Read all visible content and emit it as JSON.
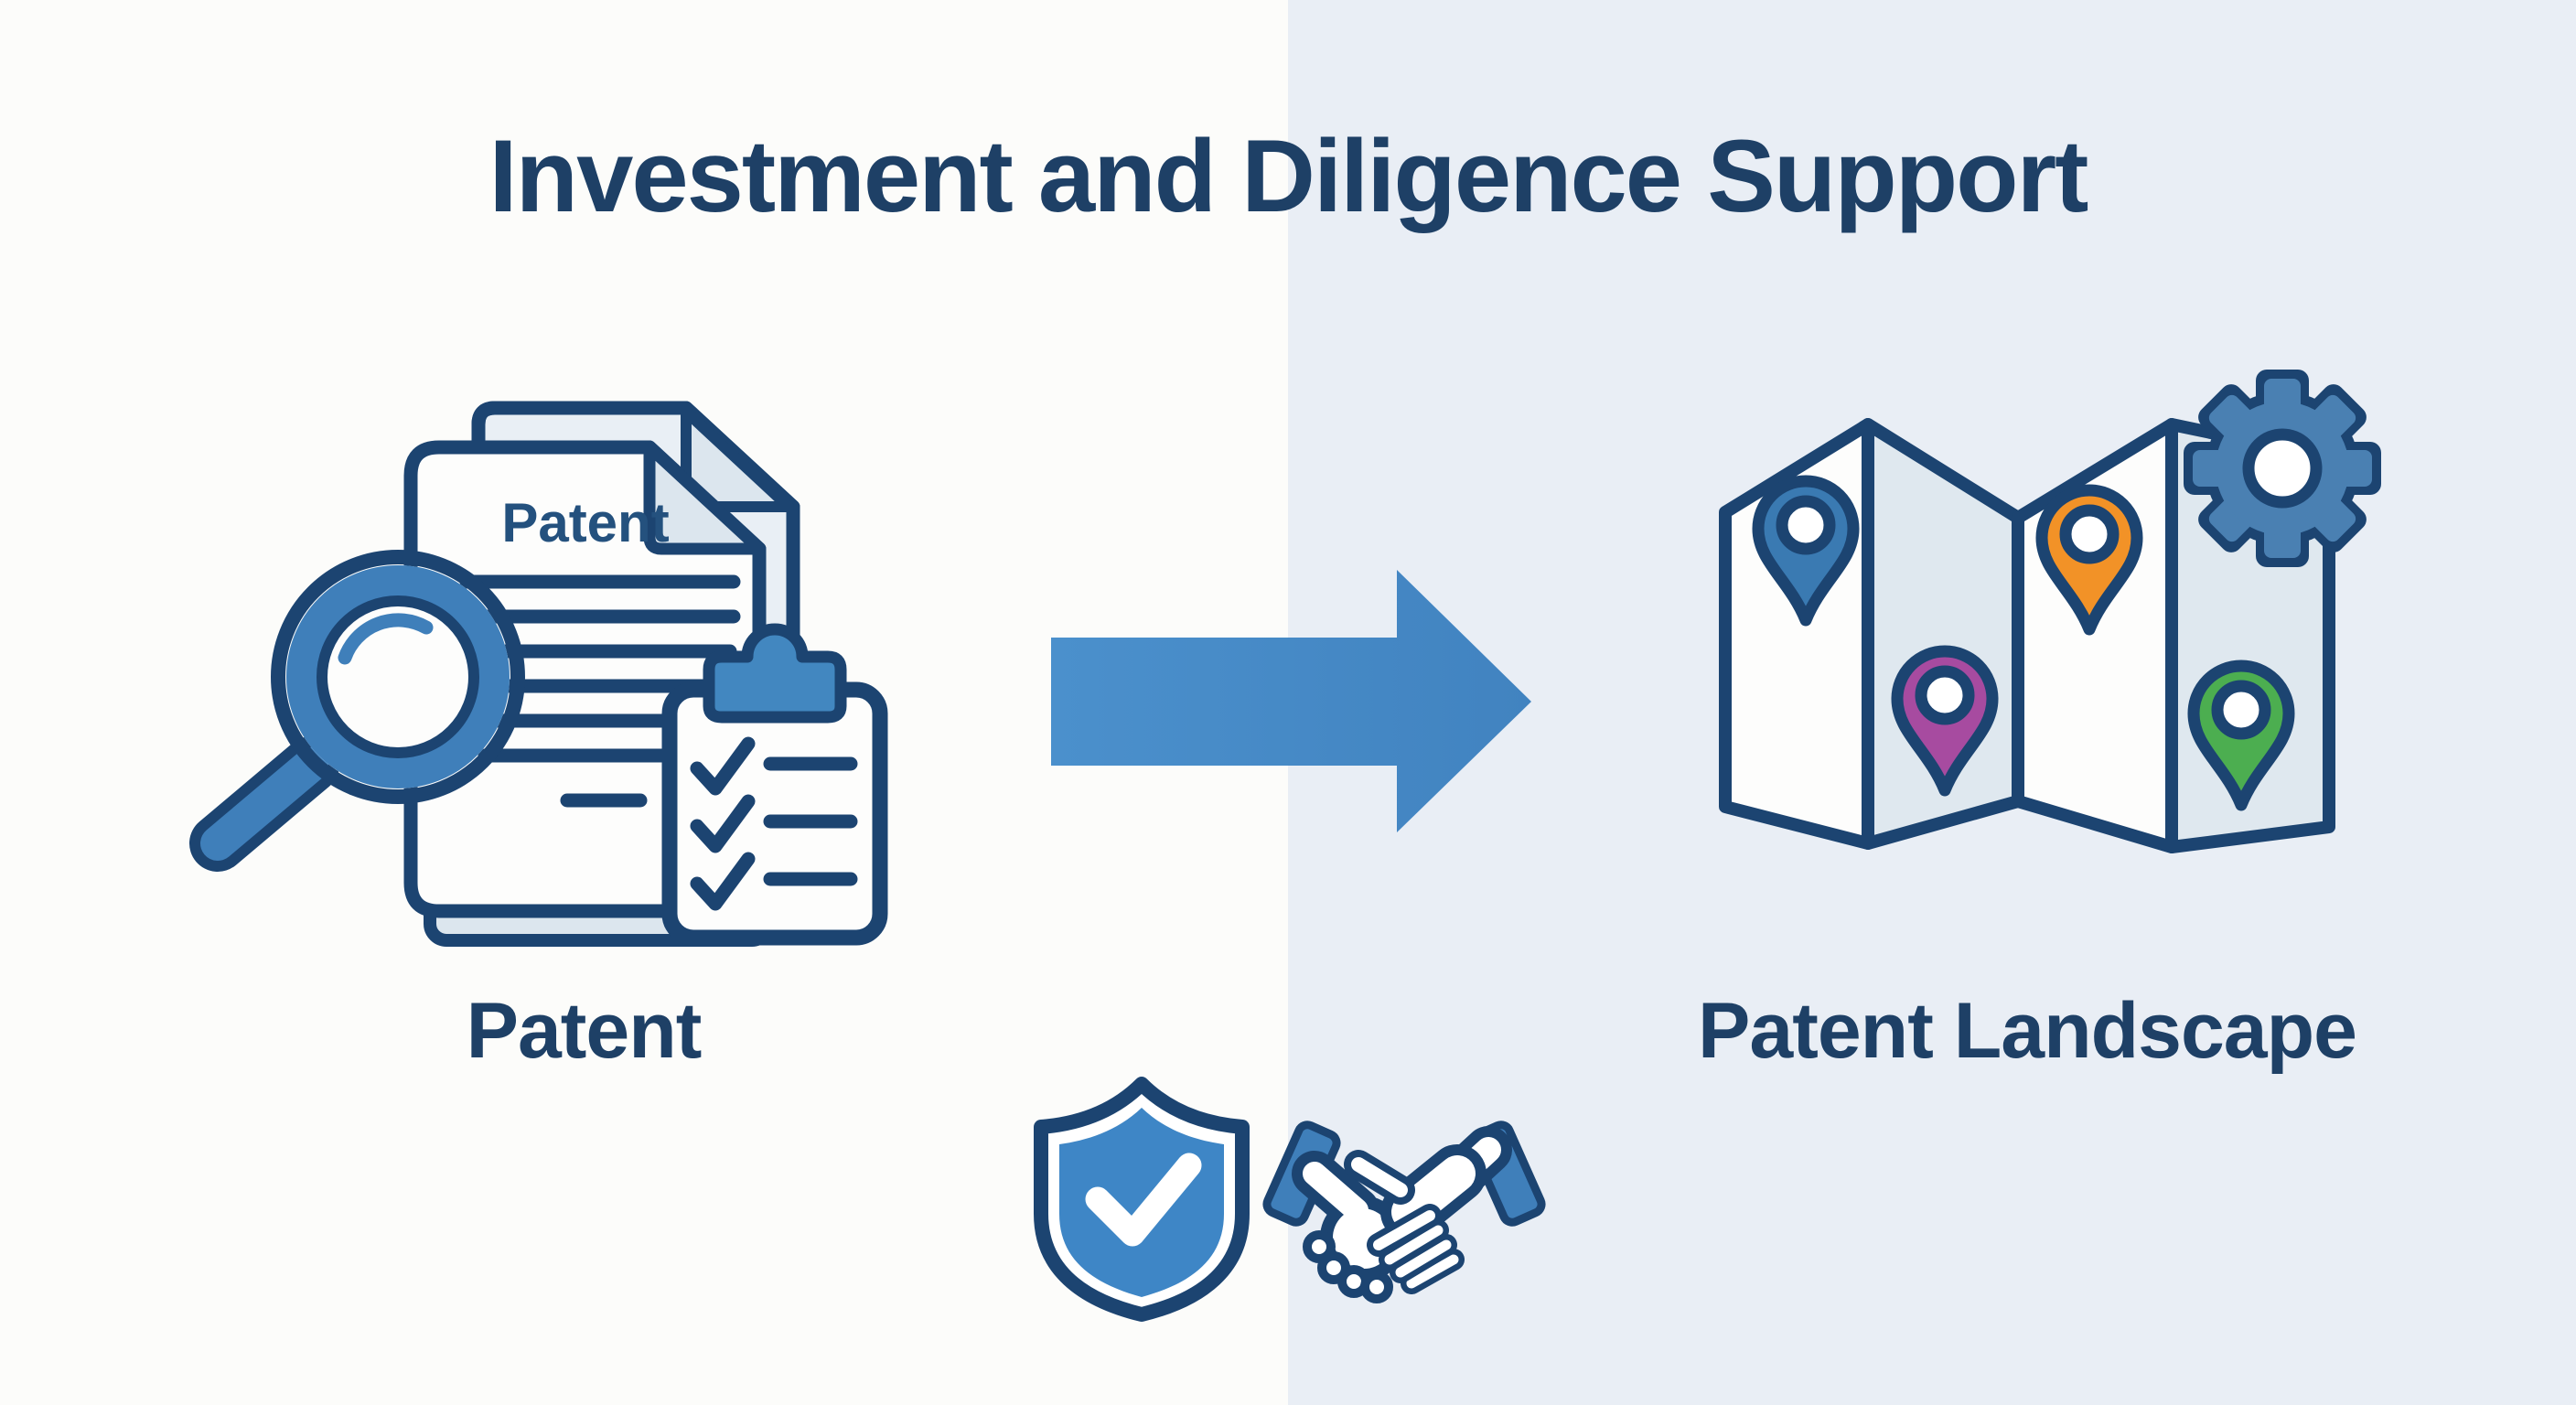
{
  "title": "Investment and Diligence Support",
  "left_section": {
    "label": "Patent",
    "document_title": "Patent",
    "icons": [
      "patent-document",
      "magnifier",
      "checklist-clipboard"
    ]
  },
  "arrow": {
    "direction": "right"
  },
  "right_section": {
    "label": "Patent Landscape",
    "icons": [
      "folded-map",
      "map-pin-blue",
      "map-pin-purple",
      "map-pin-orange",
      "map-pin-green",
      "gear"
    ]
  },
  "footer_icons": [
    "shield-check",
    "handshake"
  ],
  "colors": {
    "bg_left": "#fcfcfa",
    "bg_right": "#e9eef5",
    "navy": "#1c4471",
    "title_text": "#1e4066",
    "label_text": "#1e4066",
    "doc_text": "#24517e",
    "blue": "#3f7fba",
    "arrow_blue_1": "#4b90cc",
    "arrow_blue_2": "#4183c0",
    "shield_blue": "#3e86c6",
    "clip_blue": "#4287c0",
    "gear_blue": "#4a80b2",
    "pin_blue": "#3a7ab2",
    "pin_orange": "#f29227",
    "pin_purple": "#a74ba0",
    "pin_green": "#4cae50",
    "panel_light": "#dfe8ef",
    "page_fill": "#fdfdfc",
    "page_back_fill": "#e9eff5",
    "fold_fill": "#dce6ee"
  }
}
